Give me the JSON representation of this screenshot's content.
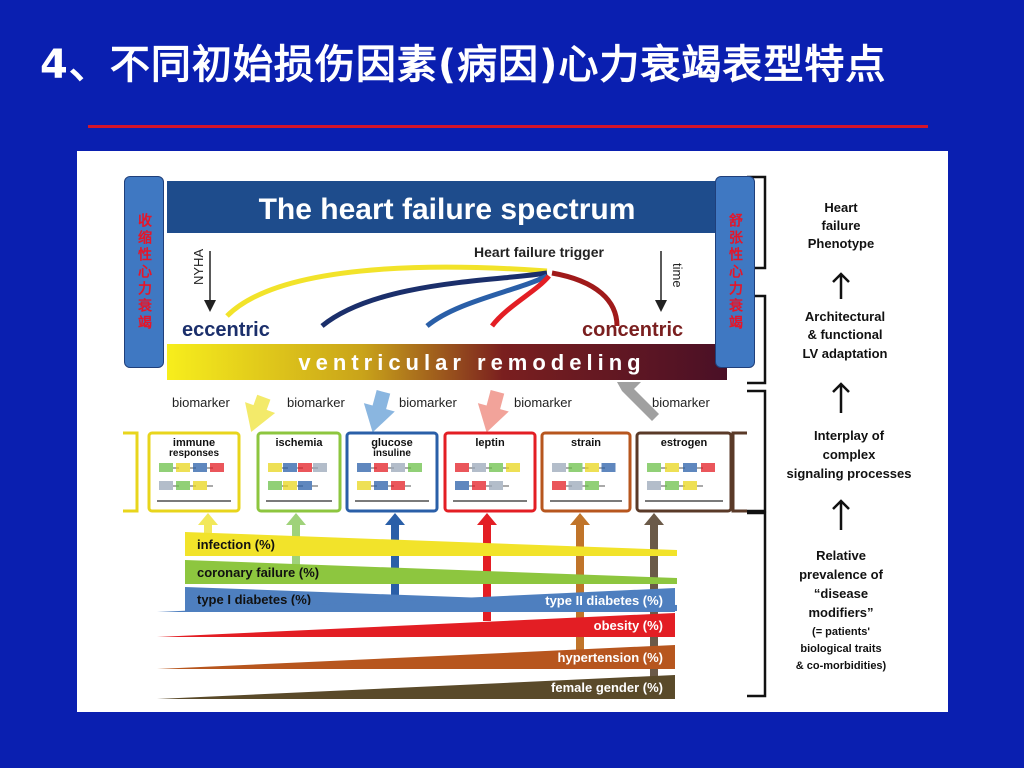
{
  "slide": {
    "title": "4、不同初始损伤因素(病因)心力衰竭表型特点",
    "left_badge": "收缩性心力衰竭",
    "right_badge": "舒张性心力衰竭"
  },
  "figure": {
    "banner_title": "The heart failure spectrum",
    "trigger": "Heart failure trigger",
    "nyha": "NYHA",
    "time": "time",
    "eccentric": "eccentric",
    "concentric": "concentric",
    "remodeling": "ventricular remodeling",
    "biomarkers": [
      "biomarker",
      "biomarker",
      "biomarker",
      "biomarker",
      "biomarker"
    ],
    "boxes": [
      {
        "label": "immune responses",
        "line1": "immune",
        "line2": "responses",
        "color": "#e8d51c"
      },
      {
        "label": "ischemia",
        "line1": "ischemia",
        "line2": "",
        "color": "#8dc63f"
      },
      {
        "label": "glucose insuline",
        "line1": "glucose",
        "line2": "insuline",
        "color": "#2a5fa8"
      },
      {
        "label": "leptin",
        "line1": "leptin",
        "line2": "",
        "color": "#e31e24"
      },
      {
        "label": "strain",
        "line1": "strain",
        "line2": "",
        "color": "#b7561e"
      },
      {
        "label": "estrogen",
        "line1": "estrogen",
        "line2": "",
        "color": "#5a3a28"
      }
    ],
    "modifiers_left": [
      "infection (%)",
      "coronary failure  (%)",
      "type I diabetes (%)"
    ],
    "modifiers_right": [
      "type II diabetes (%)",
      "obesity (%)",
      "hypertension (%)",
      "female gender (%)"
    ],
    "right_column": {
      "phenotype": [
        "Heart",
        "failure",
        "Phenotype"
      ],
      "adaptation": [
        "Architectural",
        "& functional",
        "LV adaptation"
      ],
      "interplay": [
        "Interplay of",
        "complex",
        "signaling processes"
      ],
      "prevalence": [
        "Relative",
        "prevalence of",
        "“disease",
        "modifiers”",
        "(= patients'",
        "biological traits",
        "& co-morbidities)"
      ]
    }
  },
  "colors": {
    "background": "#0a1fb0",
    "title_rule": "#d4142a",
    "banner": "#1e4c8c",
    "badge": "#3f78c2",
    "badge_text": "#e4162a"
  }
}
